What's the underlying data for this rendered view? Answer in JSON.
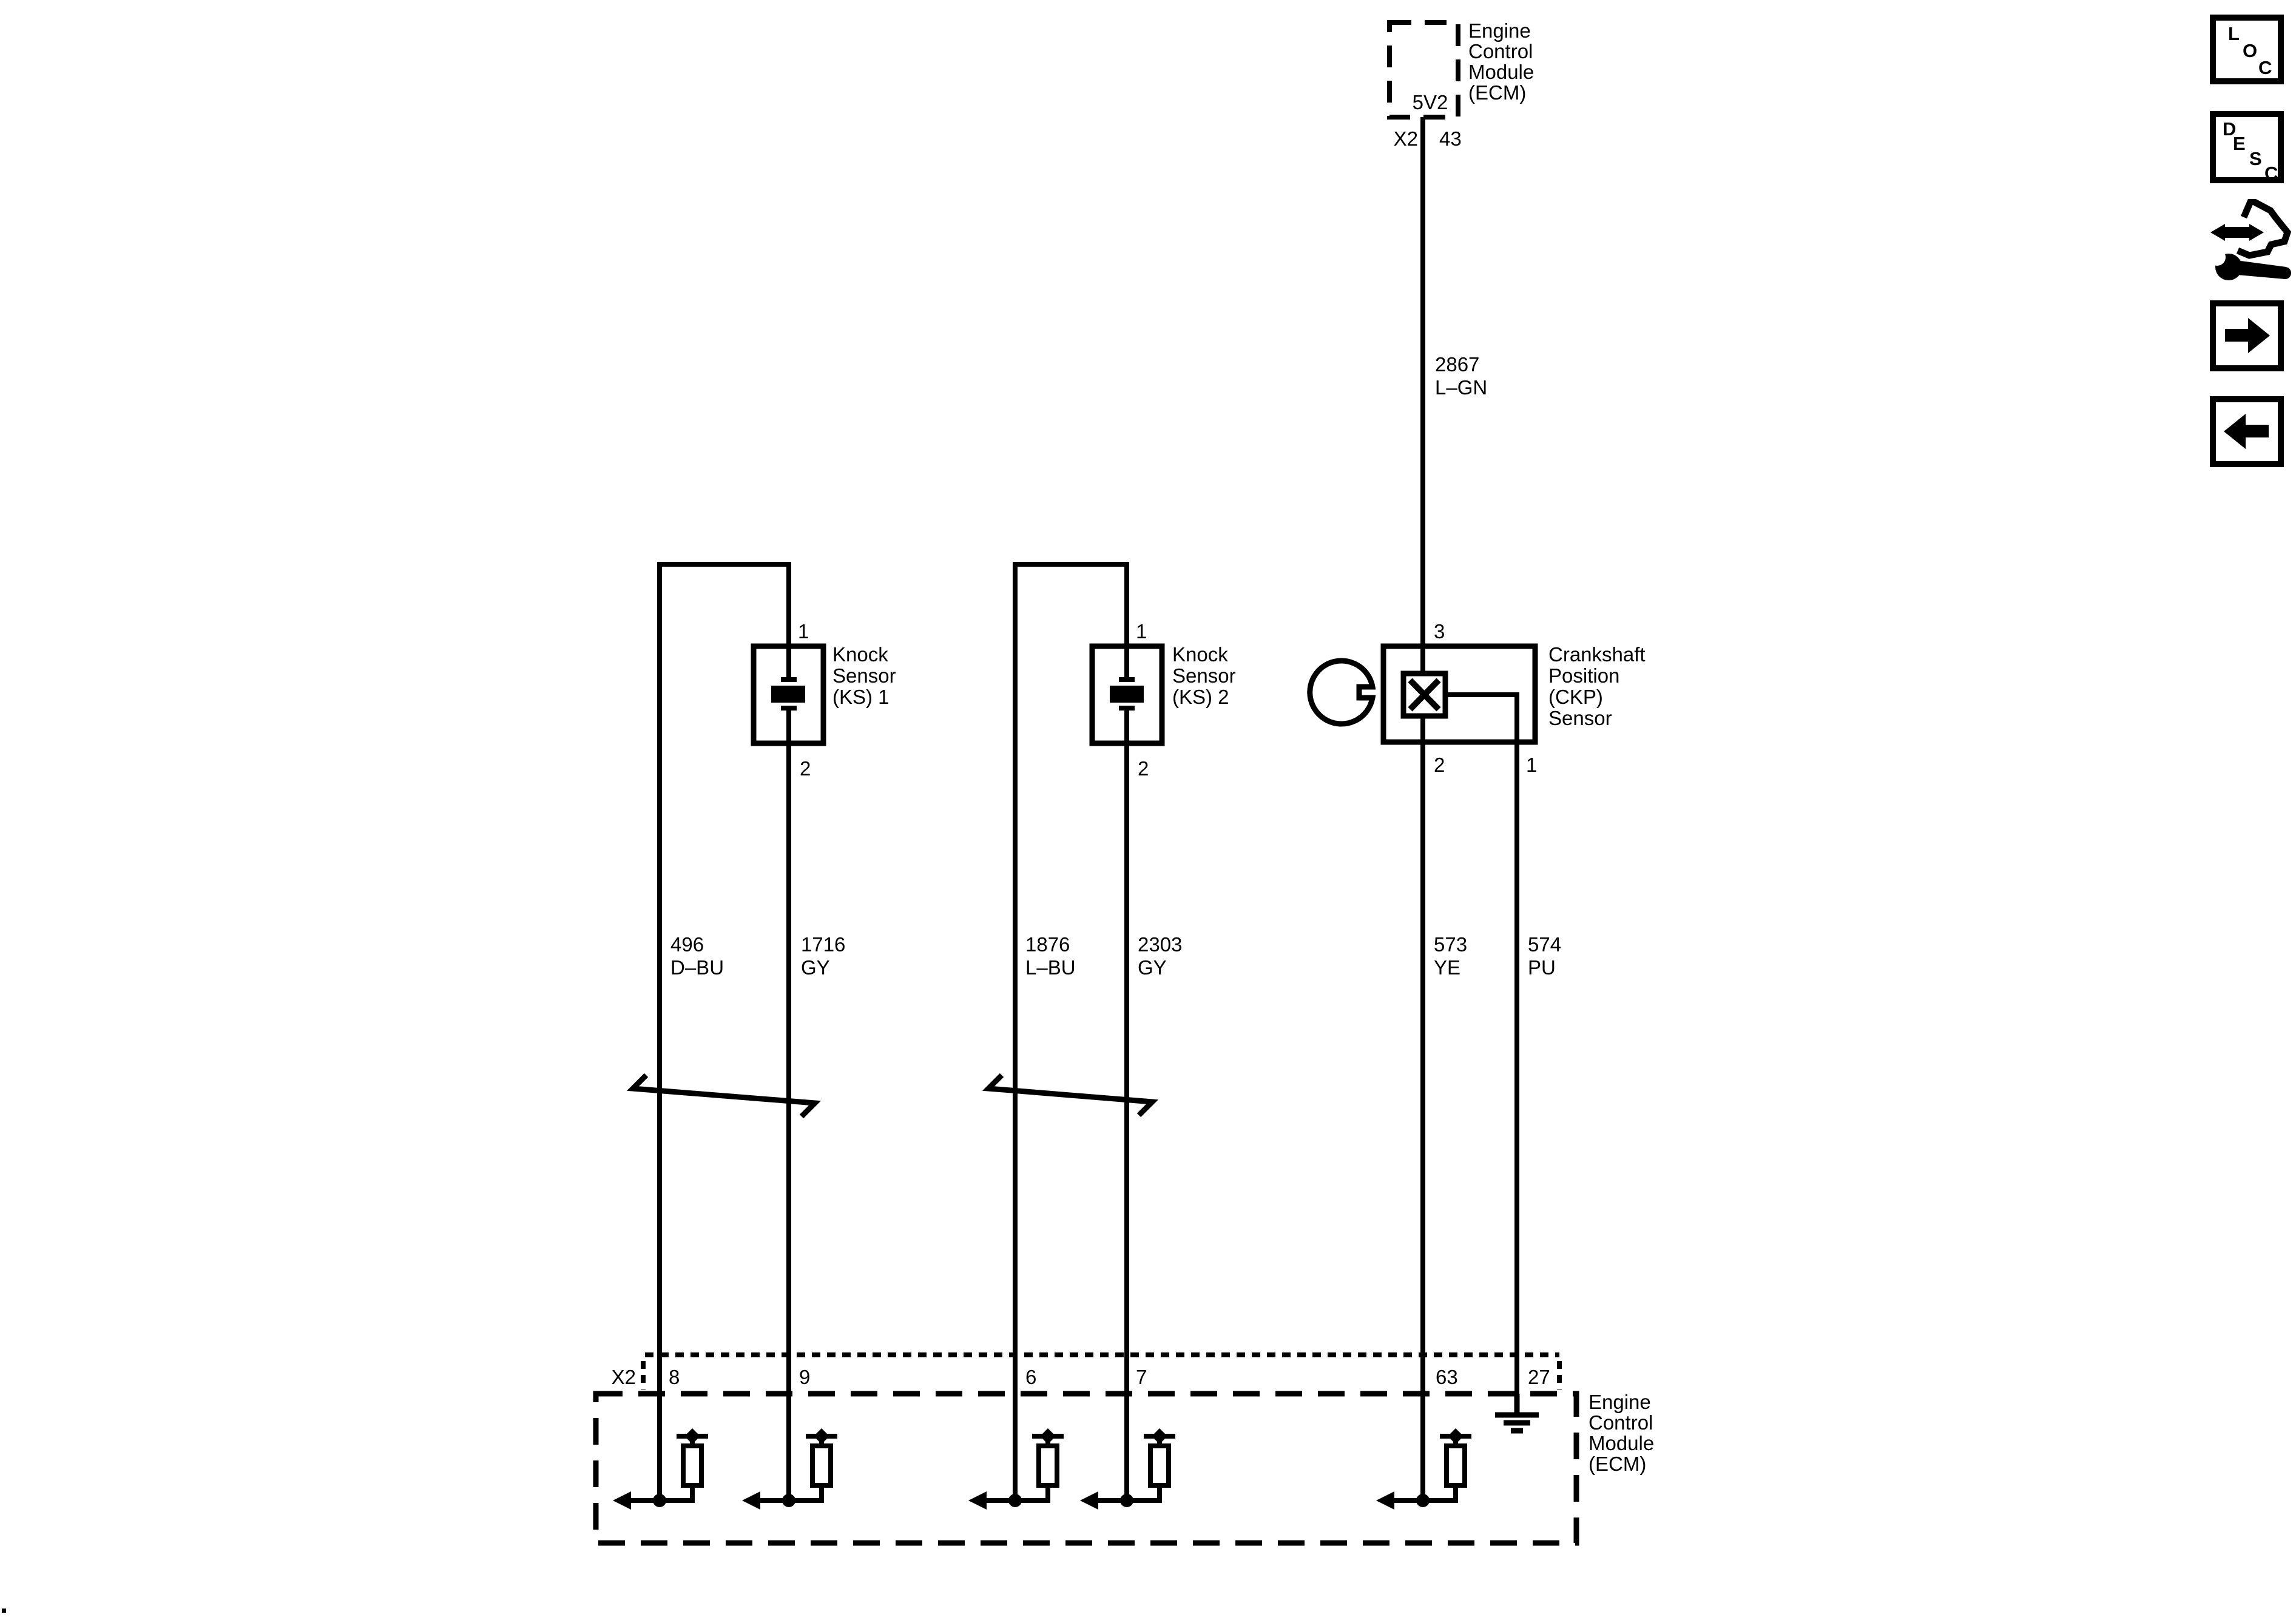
{
  "toolbar": {
    "loc": [
      "L",
      "O",
      "C"
    ],
    "desc": [
      "D",
      "E",
      "S",
      "C"
    ]
  },
  "top_module": {
    "name": [
      "Engine",
      "Control",
      "Module",
      "(ECM)"
    ],
    "internal_label": "5V2",
    "connector_label": "X2",
    "pin": "43"
  },
  "wires": {
    "ckp_signal_top": {
      "circuit": "2867",
      "color": "L–GN"
    },
    "ks1_low": {
      "circuit": "496",
      "color": "D–BU"
    },
    "ks1_high": {
      "circuit": "1716",
      "color": "GY"
    },
    "ks2_low": {
      "circuit": "1876",
      "color": "L–BU"
    },
    "ks2_high": {
      "circuit": "2303",
      "color": "GY"
    },
    "ckp_signal": {
      "circuit": "573",
      "color": "YE"
    },
    "ckp_low": {
      "circuit": "574",
      "color": "PU"
    }
  },
  "sensors": {
    "ks1": {
      "name": [
        "Knock",
        "Sensor",
        "(KS) 1"
      ],
      "pin_top": "1",
      "pin_bottom": "2"
    },
    "ks2": {
      "name": [
        "Knock",
        "Sensor",
        "(KS) 2"
      ],
      "pin_top": "1",
      "pin_bottom": "2"
    },
    "ckp": {
      "name": [
        "Crankshaft",
        "Position",
        "(CKP)",
        "Sensor"
      ],
      "pin_top": "3",
      "pin_bottom_left": "2",
      "pin_bottom_right": "1"
    }
  },
  "bottom_module": {
    "name": [
      "Engine",
      "Control",
      "Module",
      "(ECM)"
    ],
    "connector_label": "X2",
    "pins": [
      "8",
      "9",
      "6",
      "7",
      "63",
      "27"
    ]
  },
  "colors": {
    "ink": "#000000",
    "paper": "#ffffff"
  }
}
